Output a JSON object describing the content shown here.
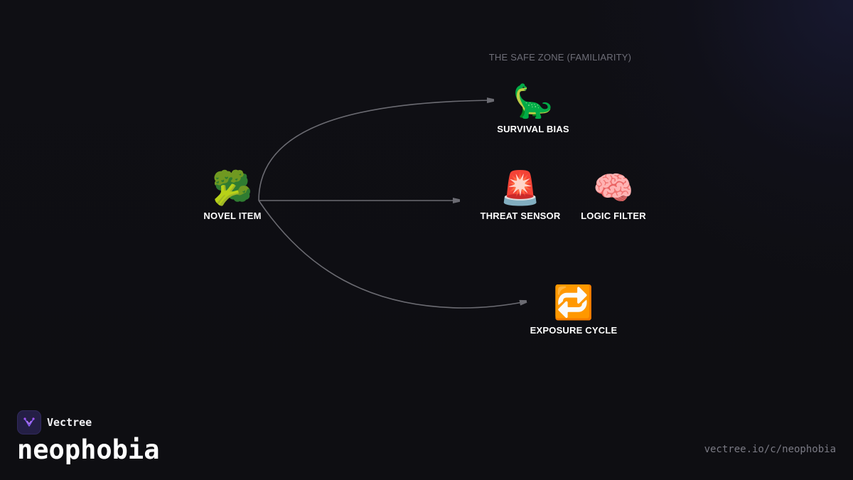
{
  "diagram": {
    "zone_label": "THE SAFE ZONE (FAMILIARITY)",
    "nodes": {
      "novel_item": {
        "icon": "broccoli-icon",
        "emoji": "🥦",
        "label": "NOVEL ITEM"
      },
      "survival_bias": {
        "icon": "sauropod-dinosaur-icon",
        "emoji": "🦕",
        "label": "SURVIVAL BIAS"
      },
      "threat_sensor": {
        "icon": "police-siren-icon",
        "emoji": "🚨",
        "label": "THREAT SENSOR"
      },
      "logic_filter": {
        "icon": "brain-icon",
        "emoji": "🧠",
        "label": "LOGIC FILTER"
      },
      "exposure_cycle": {
        "icon": "repeat-arrows-icon",
        "emoji": "🔁",
        "label": "EXPOSURE CYCLE"
      }
    },
    "edges": [
      {
        "from": "novel_item",
        "to": "survival_bias"
      },
      {
        "from": "novel_item",
        "to": "threat_sensor"
      },
      {
        "from": "novel_item",
        "to": "exposure_cycle"
      }
    ],
    "edge_color": "#6b6b72"
  },
  "footer": {
    "brand_name": "Vectree",
    "brand_icon": "vectree-logo-icon",
    "brand_color": "#8b5cf6",
    "topic": "neophobia",
    "url": "vectree.io/c/neophobia"
  }
}
